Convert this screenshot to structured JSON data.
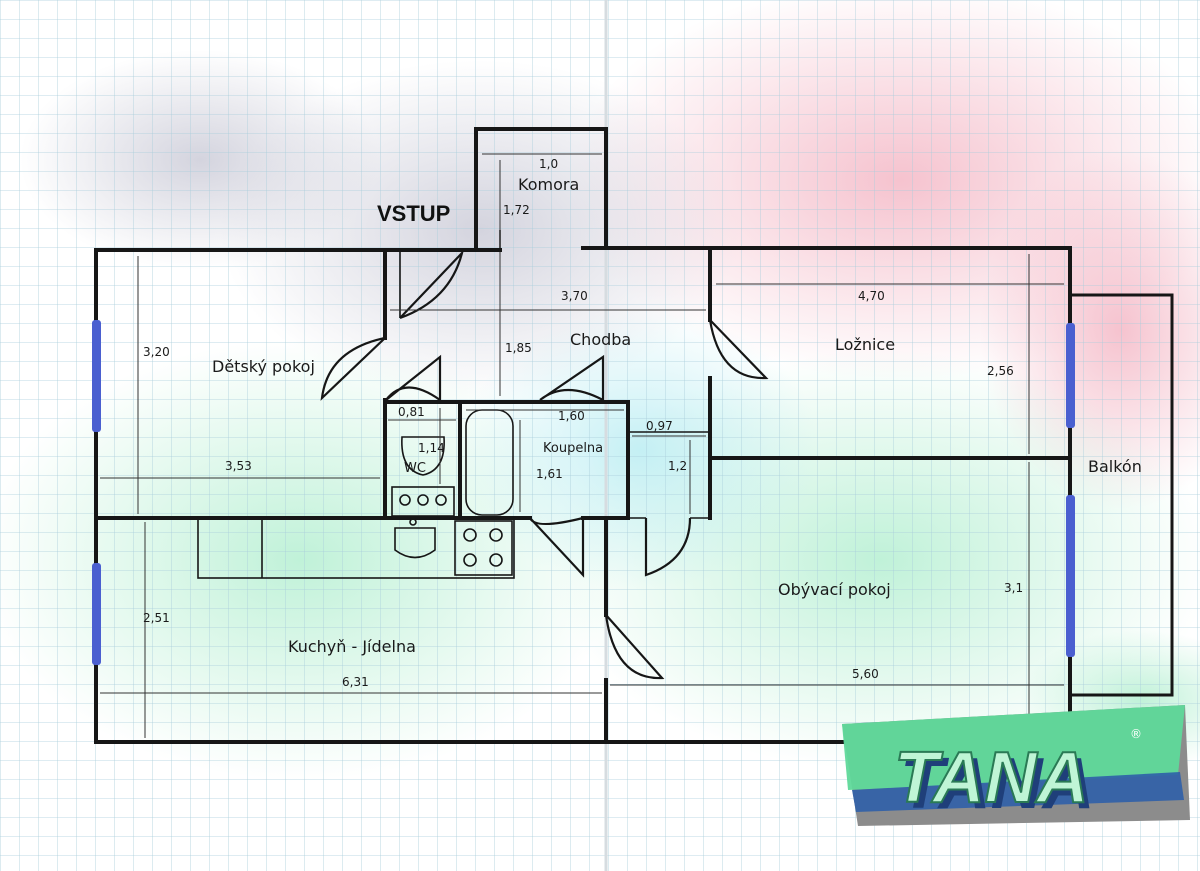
{
  "plan": {
    "entry_label": "VSTUP",
    "rooms": {
      "komora": "Komora",
      "chodba": "Chodba",
      "detsky_pokoj": "Dětský pokoj",
      "loznice": "Ložnice",
      "koupelna": "Koupelna",
      "wc": "WC",
      "balkon": "Balkón",
      "obyvaci_pokoj": "Obývací pokoj",
      "kuchyn_jidelna": "Kuchyň - Jídelna"
    },
    "dimensions": {
      "komora_width": "1,0",
      "komora_depth": "1,72",
      "chodba_width": "3,70",
      "chodba_depth": "1,85",
      "detsky_depth": "3,20",
      "detsky_width": "3,53",
      "loznice_width": "4,70",
      "loznice_depth": "2,56",
      "wc_width": "0,81",
      "wc_depth": "1,14",
      "koupelna_width": "1,60",
      "koupelna_depth": "1,61",
      "niche_width": "0,97",
      "niche_depth": "1,2",
      "obyvaci_depth": "3,1",
      "obyvaci_width": "5,60",
      "kuchyn_depth": "2,51",
      "kuchyn_width": "6,31"
    }
  },
  "logo": {
    "text": "TANA",
    "registered": "®",
    "colors": {
      "green": "#5fd99a",
      "blue": "#2f5fa8",
      "grey": "#8c8c8c"
    }
  },
  "colors": {
    "wall": "#161616",
    "window": "#4466cc",
    "grid": "#9ec3d6"
  }
}
